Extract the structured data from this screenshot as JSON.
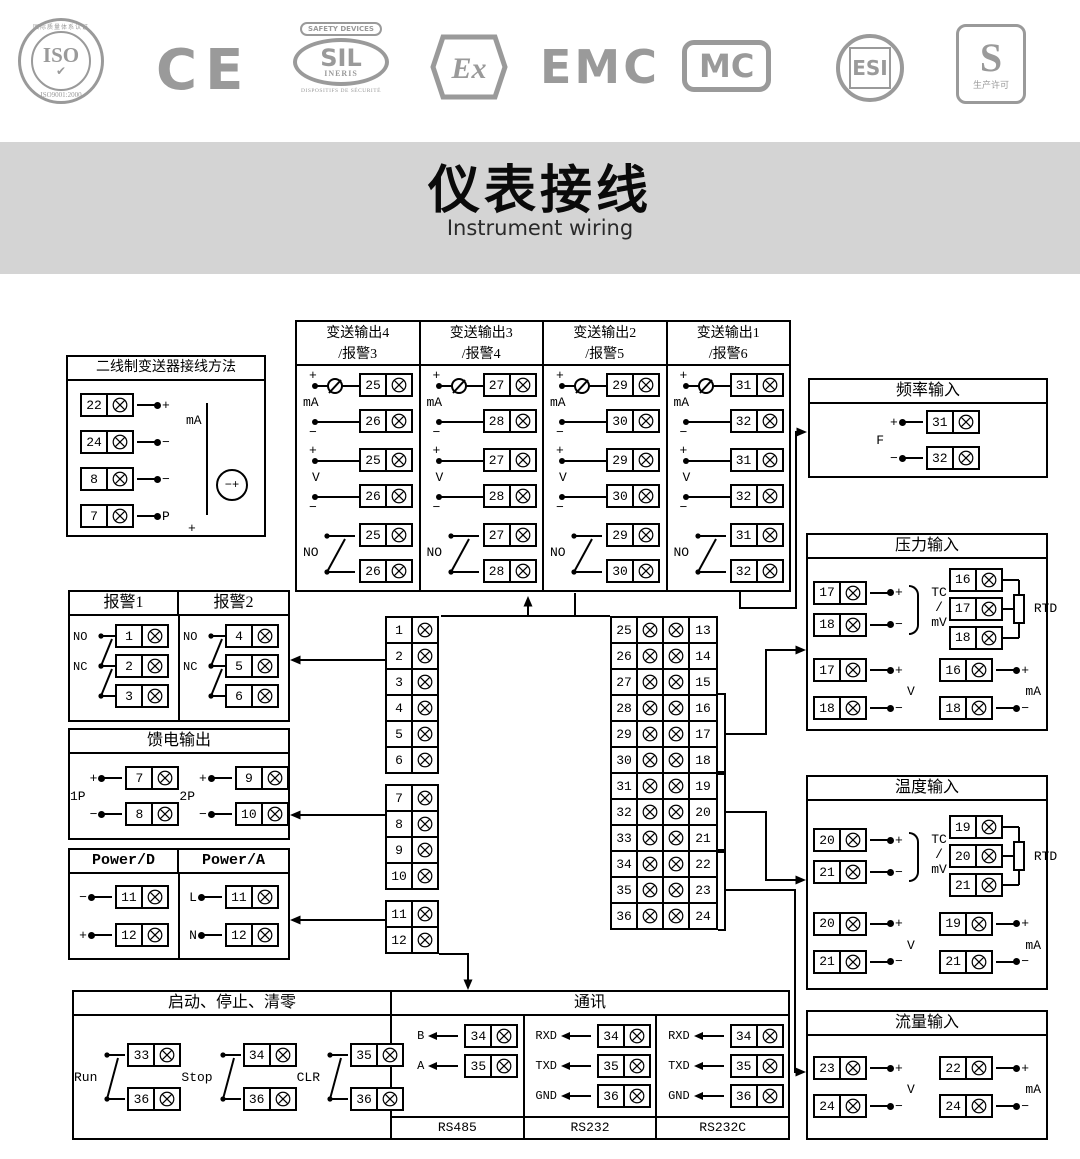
{
  "logos": {
    "iso": {
      "ring_top": "国际质量体系认证",
      "main": "ISO",
      "check": "✔",
      "ring_bottom": "ISO9001:2000"
    },
    "ce": {
      "main": "CE"
    },
    "sil": {
      "top": "SAFETY DEVICES",
      "main": "SIL",
      "sub": "INERIS",
      "bottom": "DISPOSITIFS DE SÉCURITÉ"
    },
    "ex": {
      "main": "Ex"
    },
    "emc": {
      "main": "EMC"
    },
    "mc": {
      "main": "MC"
    },
    "esi": {
      "main": "ESI"
    },
    "license": {
      "main": "S",
      "sub": "生产许可"
    }
  },
  "banner": {
    "title": "仪表接线",
    "subtitle": "Instrument wiring"
  },
  "sym": {
    "plus": "+",
    "minus": "−"
  },
  "two_wire": {
    "title": "二线制变送器接线方法",
    "rows": [
      {
        "n": "22",
        "label": "+"
      },
      {
        "n": "24",
        "label": "−"
      },
      {
        "n": "8",
        "label": "−"
      },
      {
        "n": "7",
        "label": "P"
      }
    ],
    "ma_label": "mA",
    "transmitter": "−+",
    "bottom_plus": "+"
  },
  "transmit": {
    "plus": "+",
    "minus": "−",
    "ma_label": "mA",
    "v_label": "V",
    "no_label": "NO",
    "columns": [
      {
        "title": "变送输出4",
        "subtitle": "/报警3",
        "terms": [
          "25",
          "26"
        ]
      },
      {
        "title": "变送输出3",
        "subtitle": "/报警4",
        "terms": [
          "27",
          "28"
        ]
      },
      {
        "title": "变送输出2",
        "subtitle": "/报警5",
        "terms": [
          "29",
          "30"
        ]
      },
      {
        "title": "变送输出1",
        "subtitle": "/报警6",
        "terms": [
          "31",
          "32"
        ]
      }
    ]
  },
  "freq": {
    "title": "频率输入",
    "f_label": "F",
    "terms": [
      "31",
      "32"
    ]
  },
  "pressure": {
    "title": "压力输入",
    "tc_label": "TC",
    "slash": "/",
    "mv_label": "mV",
    "rtd_label": "RTD",
    "v_label": "V",
    "ma_label": "mA",
    "tc_terms": [
      "17",
      "18"
    ],
    "rtd_terms": [
      "16",
      "17",
      "18"
    ],
    "v_terms": [
      "17",
      "18"
    ],
    "ma_terms": [
      "16",
      "18"
    ]
  },
  "temperature": {
    "title": "温度输入",
    "tc_label": "TC",
    "slash": "/",
    "mv_label": "mV",
    "rtd_label": "RTD",
    "v_label": "V",
    "ma_label": "mA",
    "tc_terms": [
      "20",
      "21"
    ],
    "rtd_terms": [
      "19",
      "20",
      "21"
    ],
    "v_terms": [
      "20",
      "21"
    ],
    "ma_terms": [
      "19",
      "21"
    ]
  },
  "alarms": {
    "col1_title": "报警1",
    "col2_title": "报警2",
    "no_label": "NO",
    "nc_label": "NC",
    "col1_terms": [
      "1",
      "2",
      "3"
    ],
    "col2_terms": [
      "4",
      "5",
      "6"
    ]
  },
  "feed": {
    "title": "馈电输出",
    "groups": [
      {
        "label": "1P",
        "terms": [
          "7",
          "8"
        ]
      },
      {
        "label": "2P",
        "terms": [
          "9",
          "10"
        ]
      }
    ]
  },
  "power": {
    "col1_title": "Power/D",
    "col2_title": "Power/A",
    "d_rows": [
      {
        "label": "−",
        "n": "11"
      },
      {
        "label": "+",
        "n": "12"
      }
    ],
    "a_rows": [
      {
        "label": "L",
        "n": "11"
      },
      {
        "label": "N",
        "n": "12"
      }
    ]
  },
  "center": {
    "left": [
      "1",
      "2",
      "3",
      "4",
      "5",
      "6",
      "7",
      "8",
      "9",
      "10",
      "11",
      "12"
    ],
    "left_groups": [
      6,
      4,
      2
    ],
    "mid": [
      "25",
      "26",
      "27",
      "28",
      "29",
      "30",
      "31",
      "32",
      "33",
      "34",
      "35",
      "36"
    ],
    "right": [
      "13",
      "14",
      "15",
      "16",
      "17",
      "18",
      "19",
      "20",
      "21",
      "22",
      "23",
      "24"
    ]
  },
  "startstop": {
    "title": "启动、停止、清零",
    "groups": [
      {
        "label": "Run",
        "terms": [
          "33",
          "36"
        ]
      },
      {
        "label": "Stop",
        "terms": [
          "34",
          "36"
        ]
      },
      {
        "label": "CLR",
        "terms": [
          "35",
          "36"
        ]
      }
    ]
  },
  "comm": {
    "title": "通讯",
    "sections": [
      {
        "name": "RS485",
        "rows": [
          {
            "label": "B",
            "n": "34"
          },
          {
            "label": "A",
            "n": "35"
          }
        ]
      },
      {
        "name": "RS232",
        "rows": [
          {
            "label": "RXD",
            "n": "34"
          },
          {
            "label": "TXD",
            "n": "35"
          },
          {
            "label": "GND",
            "n": "36"
          }
        ]
      },
      {
        "name": "RS232C",
        "rows": [
          {
            "label": "RXD",
            "n": "34"
          },
          {
            "label": "TXD",
            "n": "35"
          },
          {
            "label": "GND",
            "n": "36"
          }
        ]
      }
    ]
  },
  "flow": {
    "title": "流量输入",
    "v_label": "V",
    "ma_label": "mA",
    "v_terms": [
      "23",
      "24"
    ],
    "ma_terms": [
      "22",
      "24"
    ]
  }
}
